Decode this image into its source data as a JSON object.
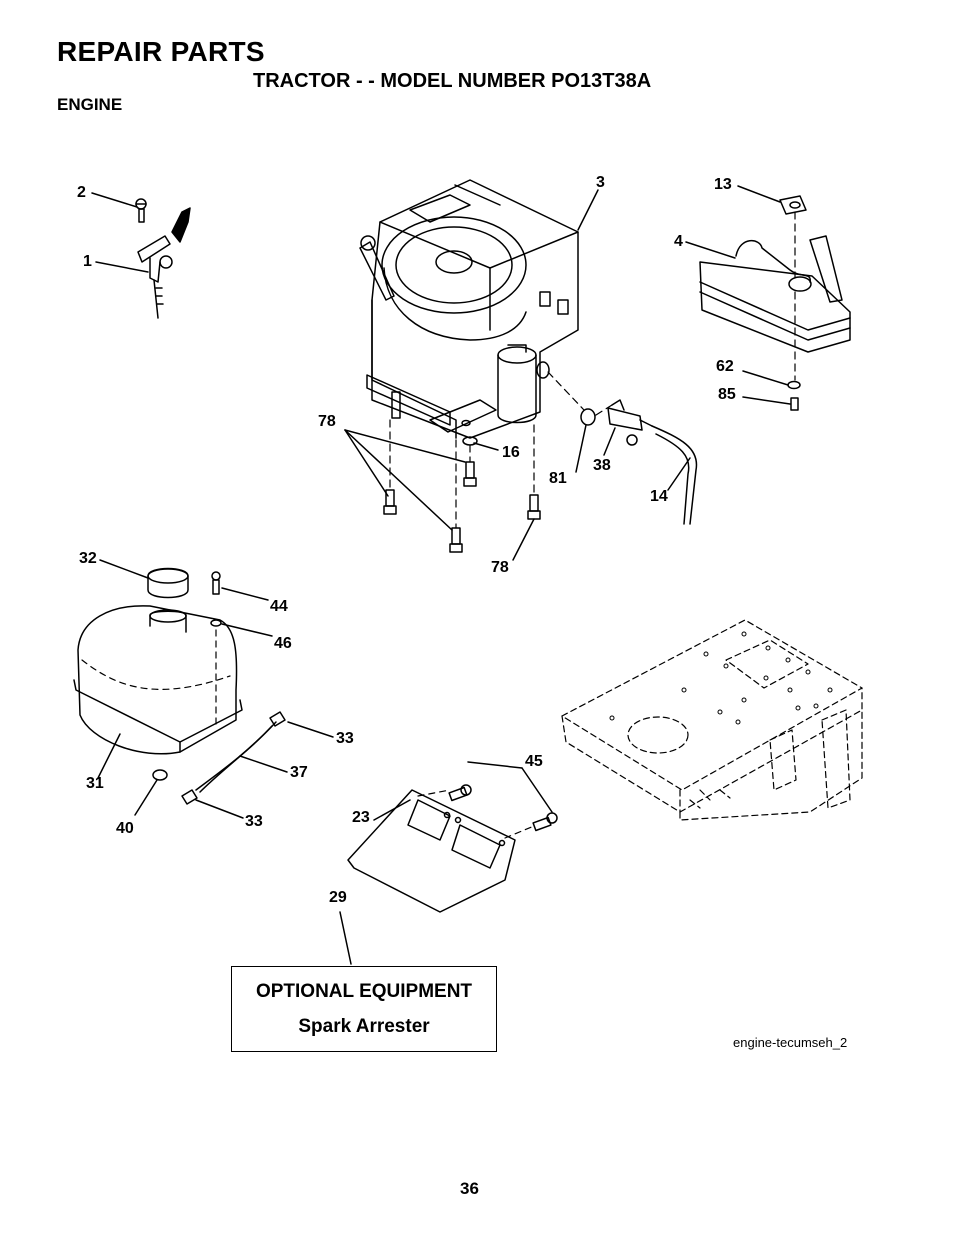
{
  "header": {
    "title": "REPAIR PARTS",
    "subtitle": "TRACTOR - - MODEL NUMBER PO13T38A",
    "section": "ENGINE"
  },
  "callouts": [
    {
      "id": "c2",
      "label": "2"
    },
    {
      "id": "c1",
      "label": "1"
    },
    {
      "id": "c3",
      "label": "3"
    },
    {
      "id": "c13",
      "label": "13"
    },
    {
      "id": "c4",
      "label": "4"
    },
    {
      "id": "c62",
      "label": "62"
    },
    {
      "id": "c85",
      "label": "85"
    },
    {
      "id": "c78a",
      "label": "78"
    },
    {
      "id": "c16",
      "label": "16"
    },
    {
      "id": "c81",
      "label": "81"
    },
    {
      "id": "c38",
      "label": "38"
    },
    {
      "id": "c14",
      "label": "14"
    },
    {
      "id": "c78b",
      "label": "78"
    },
    {
      "id": "c32",
      "label": "32"
    },
    {
      "id": "c44",
      "label": "44"
    },
    {
      "id": "c46",
      "label": "46"
    },
    {
      "id": "c33a",
      "label": "33"
    },
    {
      "id": "c37",
      "label": "37"
    },
    {
      "id": "c31",
      "label": "31"
    },
    {
      "id": "c40",
      "label": "40"
    },
    {
      "id": "c33b",
      "label": "33"
    },
    {
      "id": "c45",
      "label": "45"
    },
    {
      "id": "c23",
      "label": "23"
    },
    {
      "id": "c29",
      "label": "29"
    }
  ],
  "optional_equipment": {
    "title": "OPTIONAL EQUIPMENT",
    "item": "Spark Arrester"
  },
  "figure_id": "engine-tecumseh_2",
  "page_number": "36"
}
